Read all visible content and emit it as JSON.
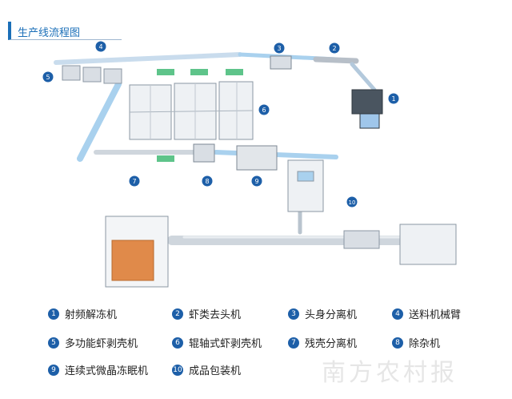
{
  "title": "生产线流程图",
  "callouts": [
    "1",
    "2",
    "3",
    "4",
    "5",
    "6",
    "7",
    "8",
    "9",
    "10"
  ],
  "legend": [
    {
      "num": "1",
      "label": "射频解冻机"
    },
    {
      "num": "2",
      "label": "虾类去头机"
    },
    {
      "num": "3",
      "label": "头身分离机"
    },
    {
      "num": "4",
      "label": "送料机械臂"
    },
    {
      "num": "5",
      "label": "多功能虾剥壳机"
    },
    {
      "num": "6",
      "label": "辊轴式虾剥壳机"
    },
    {
      "num": "7",
      "label": "残壳分离机"
    },
    {
      "num": "8",
      "label": "除杂机"
    },
    {
      "num": "9",
      "label": "连续式微晶冻眠机"
    },
    {
      "num": "10",
      "label": "成品包装机"
    }
  ],
  "watermark": "南方农村报",
  "colors": {
    "accent": "#1b6fb8",
    "callout": "#1d5fa8",
    "machine": "#d9dee4",
    "conveyor": "#a9d1ee",
    "green": "#5ec48a",
    "orange": "#e08a4a"
  }
}
